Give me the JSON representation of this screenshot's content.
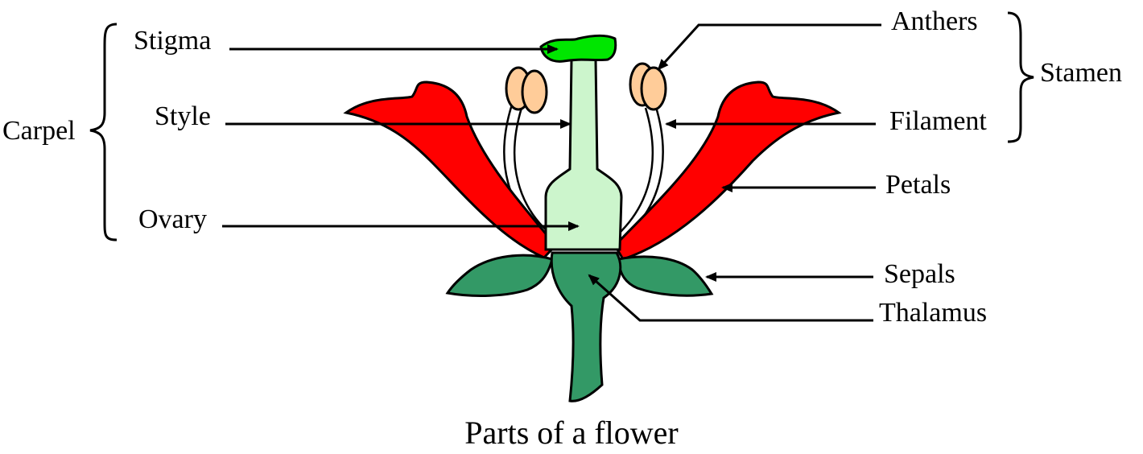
{
  "labels": {
    "stigma": "Stigma",
    "style": "Style",
    "ovary": "Ovary",
    "carpel": "Carpel",
    "anthers": "Anthers",
    "filament": "Filament",
    "stamen": "Stamen",
    "petals": "Petals",
    "sepals": "Sepals",
    "thalamus": "Thalamus"
  },
  "caption": "Parts of a flower",
  "colors": {
    "petal": "#ff0000",
    "stigma": "#00e600",
    "ovary_style": "#ccf5cc",
    "sepal_thalamus": "#339966",
    "anther": "#ffcc99",
    "outline": "#000000",
    "background": "#ffffff"
  }
}
